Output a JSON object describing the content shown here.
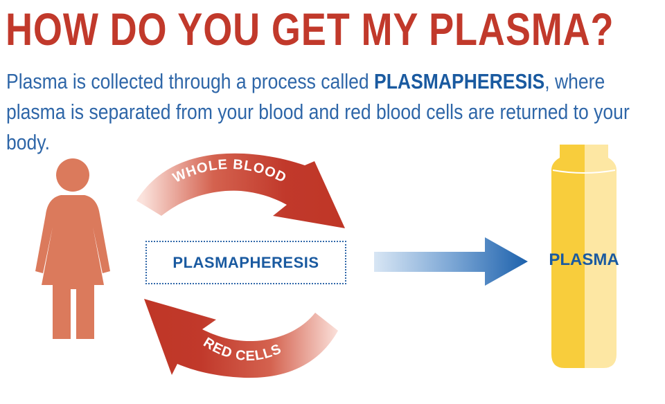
{
  "headline": "HOW DO YOU GET MY PLASMA?",
  "intro": {
    "before": "Plasma is collected through a process called ",
    "emphasis": "PLASMAPHERESIS",
    "after": ", where plasma is separated from your blood and red blood cells are returned to your body."
  },
  "diagram": {
    "top_arrow_label": "WHOLE BLOOD",
    "bottom_arrow_label": "RED CELLS",
    "process_label": "PLASMAPHERESIS",
    "vial_label": "PLASMA",
    "person_icon": "woman-figure-icon",
    "output_arrow_icon": "right-arrow-icon",
    "vial_icon": "plasma-vial-icon"
  },
  "colors": {
    "headline": "#c1392b",
    "intro_text": "#2e66a8",
    "emphasis": "#1a5aa0",
    "person": "#db7a5c",
    "blood_arrow": "#c1392b",
    "plasma_dark": "#f8cd3c",
    "plasma_light": "#fde7a3"
  }
}
